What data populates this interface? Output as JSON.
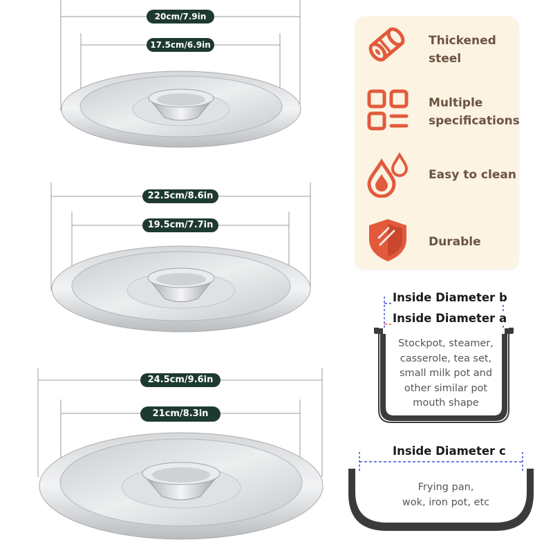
{
  "lids": [
    {
      "outer_label": "20cm/7.9in",
      "inner_label": "17.5cm/6.9in"
    },
    {
      "outer_label": "22.5cm/8.6in",
      "inner_label": "19.5cm/7.7in"
    },
    {
      "outer_label": "24.5cm/9.6in",
      "inner_label": "21cm/8.3in"
    }
  ],
  "features": [
    {
      "icon": "steel-tube-icon",
      "line1": "Thickened",
      "line2": "steel"
    },
    {
      "icon": "grid-icon",
      "line1": "Multiple",
      "line2": "specifications"
    },
    {
      "icon": "water-drops-icon",
      "line1": "Easy to clean",
      "line2": ""
    },
    {
      "icon": "shield-icon",
      "line1": "Durable",
      "line2": ""
    }
  ],
  "pot_diagram": {
    "label_b": "Inside Diameter b",
    "label_a": "Inside Diameter a",
    "description": [
      "Stockpot, steamer,",
      "casserole, tea set,",
      "small milk pot and",
      "other similar pot",
      "mouth shape"
    ]
  },
  "pan_diagram": {
    "label_c": "Inside Diameter c",
    "description": [
      "Frying pan,",
      "wok, iron pot, etc"
    ]
  },
  "colors": {
    "accent": "#e25a3c",
    "pill": "#1e3a30",
    "card": "#fcf3e2",
    "feature_text": "#6b5342",
    "dashed": "#3b4fd8"
  }
}
